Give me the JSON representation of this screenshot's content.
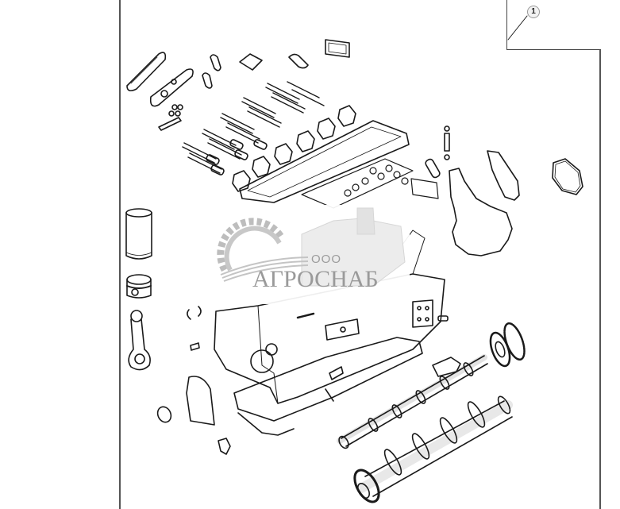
{
  "diagram": {
    "type": "exploded-parts-diagram",
    "subject": "engine gasket / overhaul kit",
    "callouts": [
      {
        "number": "1",
        "label": "kit-reference"
      }
    ],
    "parts": [
      "valve-cover-gaskets",
      "manifold-gaskets",
      "injector-sleeves",
      "head-bolts",
      "exhaust-manifold-gaskets",
      "head-gasket",
      "valve-stem-seals",
      "timing-cover-gasket",
      "water-pump-gasket",
      "thermostat-housing-gasket",
      "cylinder-liner",
      "piston",
      "connecting-rod",
      "engine-block",
      "oil-pan-gasket",
      "rear-seal-gasket",
      "camshaft",
      "camshaft-gears",
      "crankshaft",
      "crankshaft-seal"
    ],
    "colors": {
      "line": "#1a1a1a",
      "frame": "#555555",
      "watermark": "#9a9a9a",
      "background": "#ffffff"
    }
  },
  "watermark": {
    "prefix": "ООО",
    "brand": "АГРОСНАБ"
  }
}
